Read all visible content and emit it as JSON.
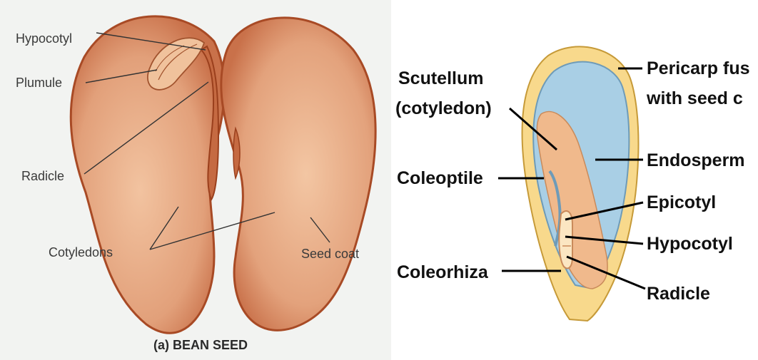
{
  "bean_seed": {
    "caption": "(a)  BEAN SEED",
    "labels": {
      "hypocotyl": "Hypocotyl",
      "plumule": "Plumule",
      "radicle": "Radicle",
      "cotyledons": "Cotyledons",
      "seed_coat": "Seed coat"
    },
    "colors": {
      "seed_fill": "#e5a581",
      "seed_outline": "#b35630",
      "background": "#f2f3f1"
    }
  },
  "corn_seed": {
    "labels": {
      "scutellum_line1": "Scutellum",
      "scutellum_line2": "(cotyledon)",
      "coleoptile": "Coleoptile",
      "coleorhiza": "Coleorhiza",
      "pericarp_line1": "Pericarp fus",
      "pericarp_line2": "with seed c",
      "endosperm": "Endosperm",
      "epicotyl": "Epicotyl",
      "hypocotyl": "Hypocotyl",
      "radicle": "Radicle"
    },
    "colors": {
      "pericarp": "#f8d98c",
      "endosperm": "#a9cfe5",
      "embryo": "#f0b98c"
    }
  }
}
